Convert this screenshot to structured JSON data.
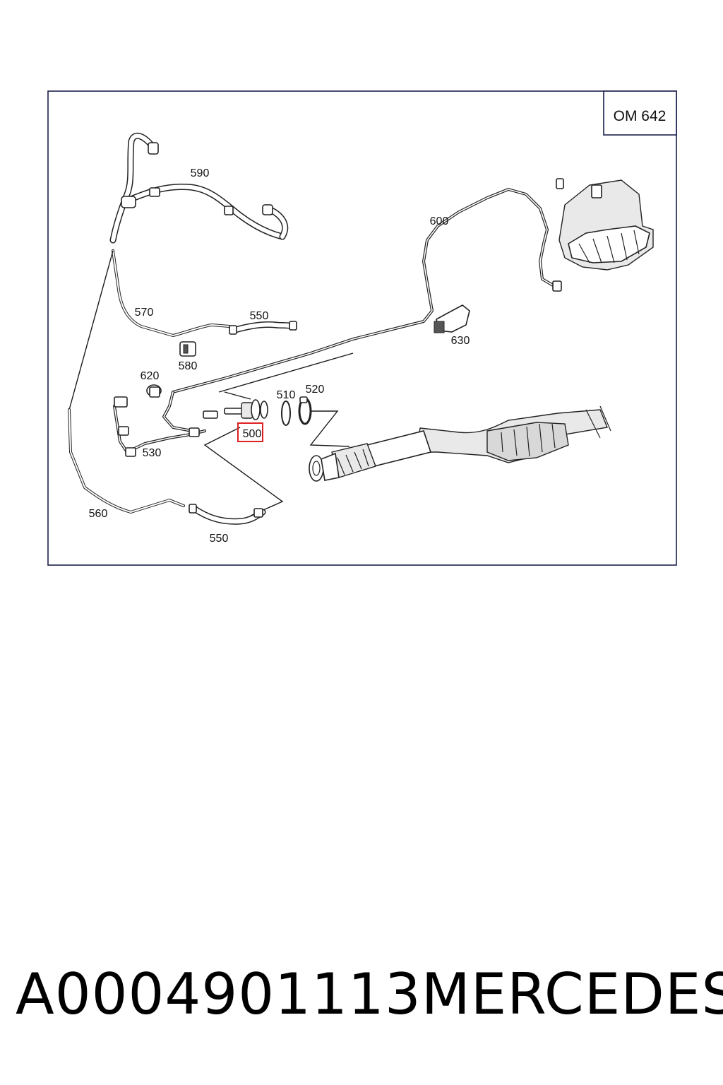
{
  "diagram": {
    "engine_label": "OM 642",
    "highlighted_part": "500",
    "part_labels": {
      "p590": "590",
      "p600": "600",
      "p570": "570",
      "p550_top": "550",
      "p580": "580",
      "p630": "630",
      "p620": "620",
      "p510": "510",
      "p520": "520",
      "p500": "500",
      "p530": "530",
      "p560": "560",
      "p550_bottom": "550"
    },
    "highlight_color": "#e02020"
  },
  "caption": {
    "part_number": "A0004901113",
    "brand": "MERCEDES"
  }
}
